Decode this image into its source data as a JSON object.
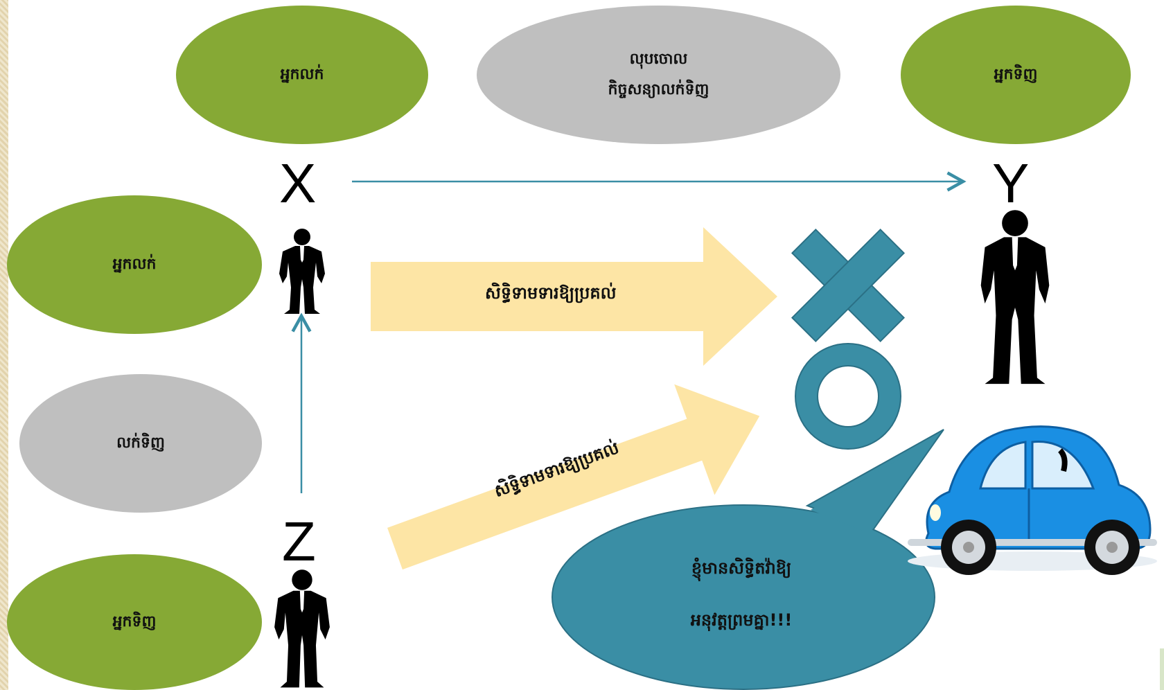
{
  "ellipses": {
    "seller_top": "អ្នកលក់",
    "cancel_line1": "លុបចោល",
    "cancel_line2": "កិច្ចសន្យាលក់ទិញ",
    "buyer_top": "អ្នកទិញ",
    "seller_left": "អ្នកលក់",
    "sale_left": "លក់ទិញ",
    "buyer_left": "អ្នកទិញ"
  },
  "parties": {
    "x": "X",
    "y": "Y",
    "z": "Z"
  },
  "arrows": {
    "right_upper": "សិទ្ធិទាមទារឱ្យប្រគល់",
    "right_lower": "សិទ្ធិទាមទារឱ្យប្រគល់"
  },
  "bubble": {
    "line1": "ខ្ញុំមានសិទ្ធិតវ៉ាឱ្យ",
    "line2": "អនុវត្តព្រមគ្នា!!!"
  },
  "icons": [
    "person-icon",
    "cross-icon",
    "circle-icon",
    "car-icon"
  ],
  "colors": {
    "green": "#86a935",
    "grey": "#bfbfbf",
    "teal": "#3a8ea5",
    "arrow_fill": "#fde5a5",
    "car_blue": "#1a8fe3"
  }
}
